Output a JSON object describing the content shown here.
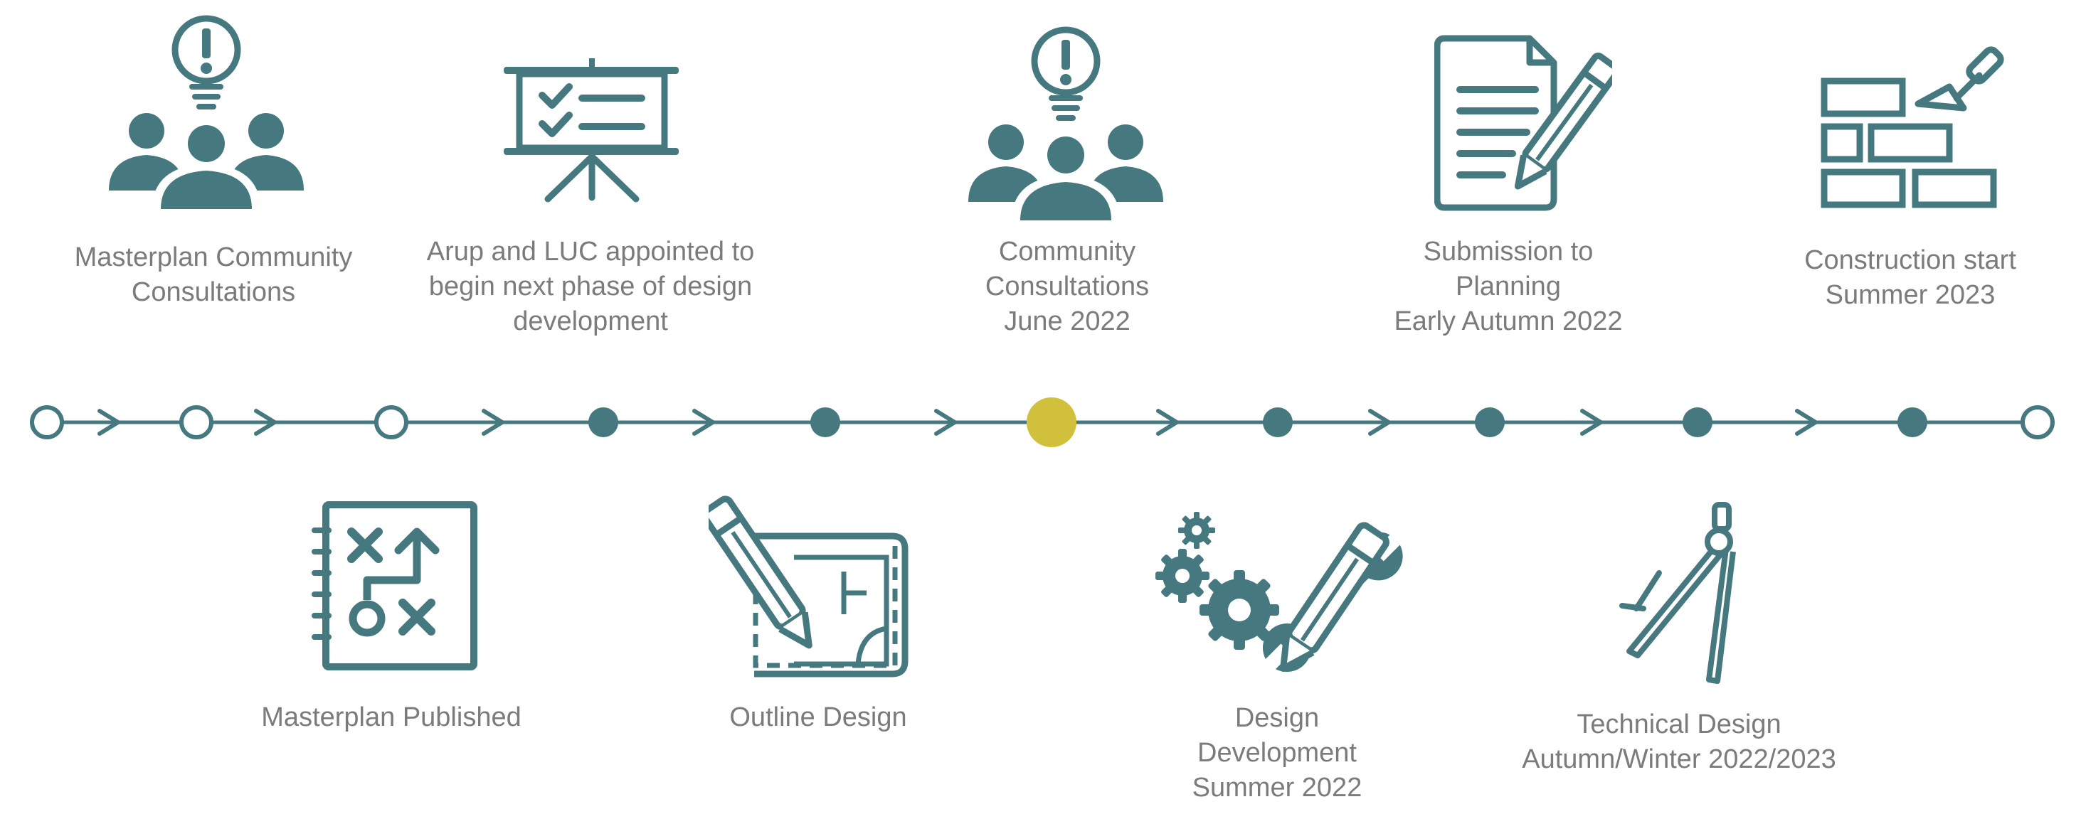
{
  "colors": {
    "primary": "#46797f",
    "current": "#d1c03c",
    "text": "#7b7b7b",
    "background": "#ffffff"
  },
  "top_milestones": [
    {
      "icon": "community-ideas-icon",
      "lines": [
        "Masterplan Community",
        "Consultations"
      ]
    },
    {
      "icon": "presentation-board-icon",
      "lines": [
        "Arup and LUC appointed to",
        "begin next phase of design",
        "development"
      ]
    },
    {
      "icon": "community-ideas-icon",
      "lines": [
        "Community",
        "Consultations",
        "June 2022"
      ]
    },
    {
      "icon": "document-pencil-icon",
      "lines": [
        "Submission to",
        "Planning",
        "Early Autumn 2022"
      ]
    },
    {
      "icon": "brick-wall-trowel-icon",
      "lines": [
        "Construction start",
        "Summer 2023"
      ]
    }
  ],
  "bottom_milestones": [
    {
      "icon": "strategy-plan-icon",
      "lines": [
        "Masterplan Published"
      ]
    },
    {
      "icon": "blueprint-pencil-icon",
      "lines": [
        "Outline Design"
      ]
    },
    {
      "icon": "gears-tools-icon",
      "lines": [
        "Design",
        "Development",
        "Summer 2022"
      ]
    },
    {
      "icon": "drawing-compass-icon",
      "lines": [
        "Technical Design",
        "Autumn/Winter 2022/2023"
      ]
    }
  ],
  "timeline": {
    "nodes": [
      "hollow",
      "hollow",
      "hollow",
      "filled",
      "filled",
      "current",
      "filled",
      "filled",
      "filled",
      "filled",
      "hollow"
    ],
    "current_index": 5
  }
}
